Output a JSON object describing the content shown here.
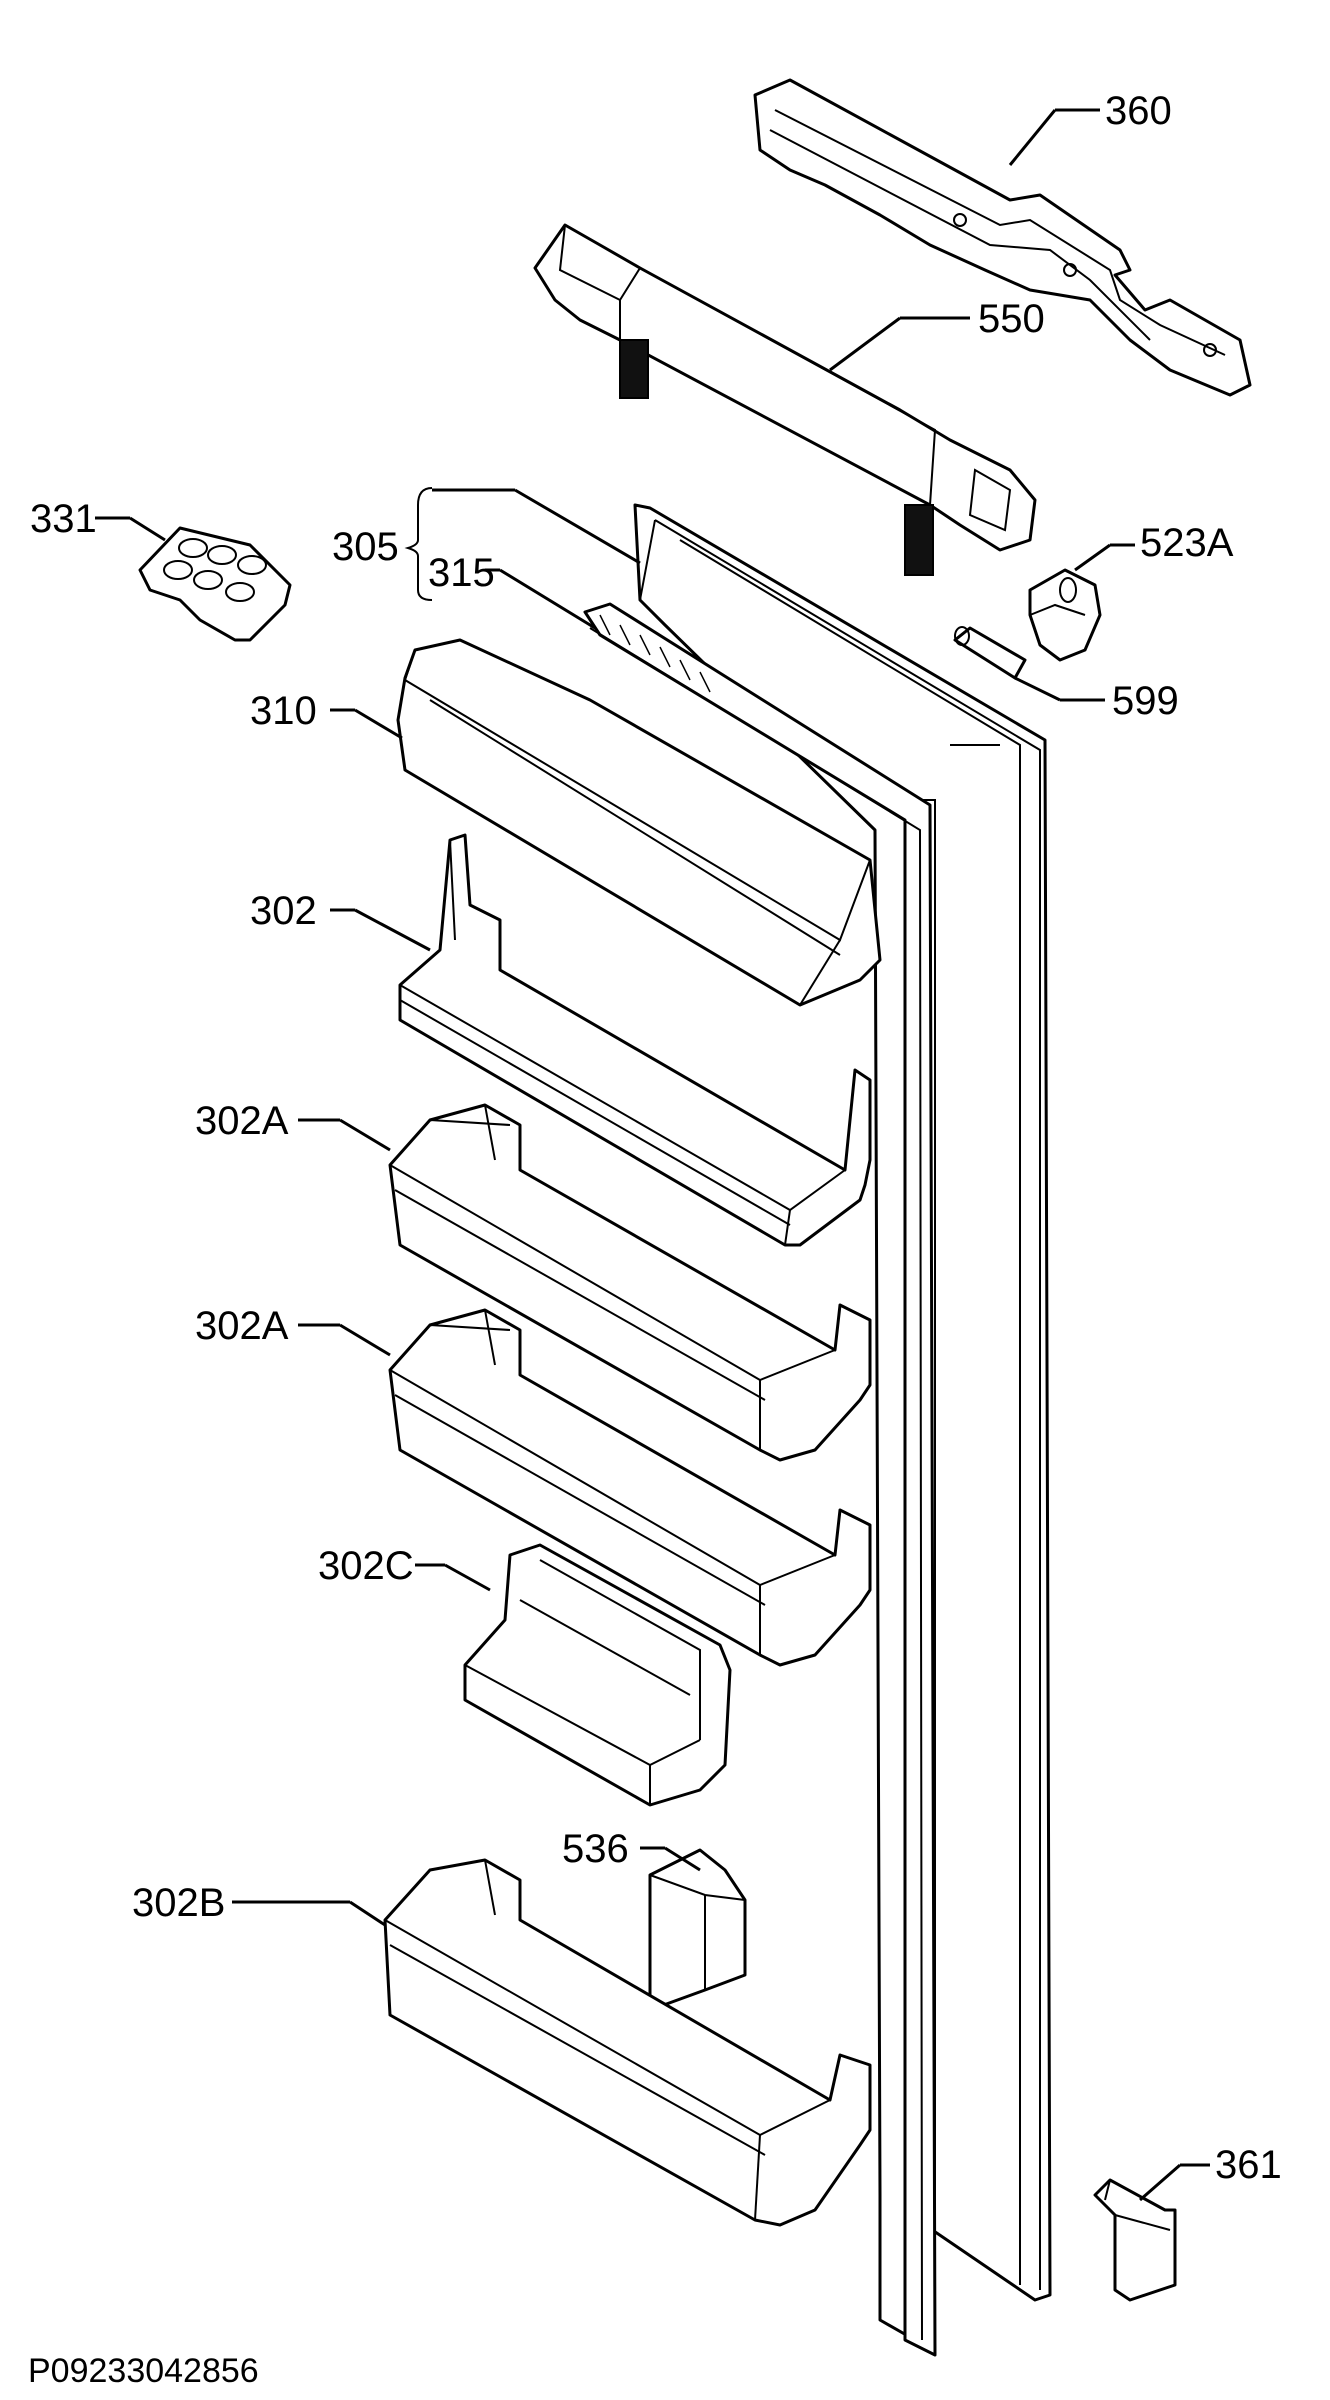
{
  "labels": {
    "p360": "360",
    "p550": "550",
    "p331": "331",
    "p305": "305",
    "p315": "315",
    "p523a": "523A",
    "p599": "599",
    "p310": "310",
    "p302": "302",
    "p302a_upper": "302A",
    "p302a_lower": "302A",
    "p302c": "302C",
    "p536": "536",
    "p302b": "302B",
    "p361": "361"
  },
  "reference_code": "P09233042856"
}
